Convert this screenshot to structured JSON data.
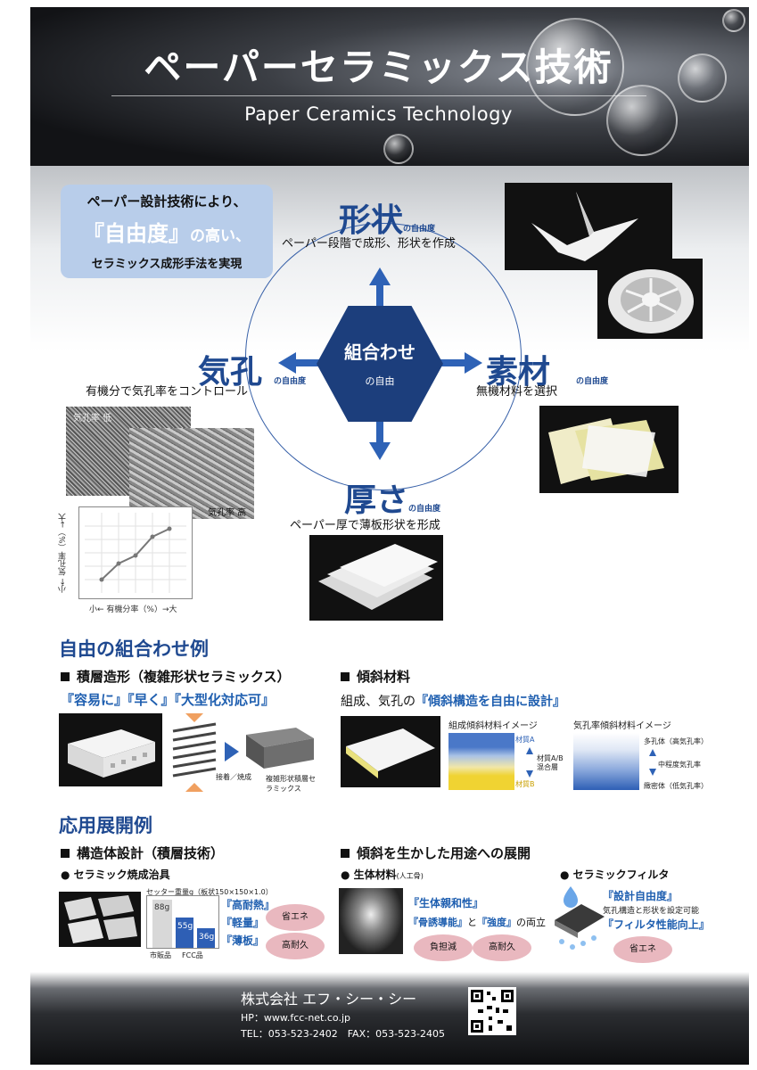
{
  "header": {
    "title_jp": "ペーパーセラミックス技術",
    "title_en": "Paper Ceramics Technology"
  },
  "intro_box": {
    "line1": "ペーパー設計技術により、",
    "line2_big": "『自由度』",
    "line2_rest": "の高い、",
    "line3": "セラミックス成形手法を実現"
  },
  "center": {
    "main": "組合わせ",
    "sub": "の自由"
  },
  "freedom": {
    "suffix": "の自由度",
    "shape": {
      "title": "形状",
      "desc": "ペーパー段階で成形、形状を作成"
    },
    "material": {
      "title": "素材",
      "desc": "無機材料を選択"
    },
    "pore": {
      "title": "気孔",
      "desc": "有機分で気孔率をコントロール"
    },
    "thickness": {
      "title": "厚さ",
      "desc": "ペーパー厚で薄板形状を形成"
    }
  },
  "micrographs": {
    "low": "気孔率 低",
    "high": "気孔率 高"
  },
  "chart_data": {
    "type": "line",
    "title": "",
    "xlabel": "小← 有機分率（%）→大",
    "ylabel": "小← 気孔率（%）→大",
    "x": [
      1,
      2,
      3,
      4,
      5
    ],
    "y": [
      1,
      2.2,
      2.8,
      4.2,
      4.8
    ],
    "xlim": [
      0,
      6
    ],
    "ylim": [
      0,
      6
    ],
    "grid": true,
    "series_color": "#777777"
  },
  "combo": {
    "title": "自由の組合わせ例",
    "lamination": {
      "title": "積層造形（複雑形状セラミックス）",
      "highlight": "『容易に』『早く』『大型化対応可』",
      "label_join": "接着／焼成",
      "label_result": "複雑形状積層セラミックス"
    },
    "gradient": {
      "title": "傾斜材料",
      "text_prefix": "組成、気孔の",
      "text_highlight": "『傾斜構造を自由に設計』",
      "comp_title": "組成傾斜材料イメージ",
      "mat_a": "材質A",
      "mat_mix": "材質A/B 混合層",
      "mat_b": "材質B",
      "pore_title": "気孔率傾斜材料イメージ",
      "pore_high": "多孔体（高気孔率）",
      "pore_mid": "中程度気孔率",
      "pore_low": "緻密体（低気孔率）"
    }
  },
  "apps": {
    "title": "応用展開例",
    "structure": {
      "title": "構造体設計（積層技術）",
      "item": "セラミック焼成治具",
      "chart_caption": "セッター重量g（板状150×150×1.0）",
      "bar_market": "88g",
      "bar_fcc1": "55g",
      "bar_fcc2": "36g",
      "lbl_market": "市販品",
      "lbl_fcc": "FCC品",
      "feat1": "『高耐熱』",
      "feat2": "『軽量』",
      "feat3": "『薄板』",
      "pill1": "省エネ",
      "pill2": "高耐久"
    },
    "gradient_use": {
      "title": "傾斜を生かした用途への展開",
      "bio": "生体材料",
      "bio_small": "(人工骨)",
      "bio_feat1": "『生体親和性』",
      "bio_feat2a": "『骨誘導能』",
      "bio_feat2b": "と",
      "bio_feat2c": "『強度』",
      "bio_feat2d": "の両立",
      "pill1": "負担減",
      "pill2": "高耐久",
      "filter": "セラミックフィルタ",
      "filter_feat1": "『設計自由度』",
      "filter_desc": "気孔構造と形状を設定可能",
      "filter_feat2": "『フィルタ性能向上』",
      "filter_pill": "省エネ"
    }
  },
  "footer": {
    "company": "株式会社 エフ・シー・シー",
    "hp": "HP：www.fcc-net.co.jp",
    "tel": "TEL：053-523-2402　FAX：053-523-2405"
  }
}
